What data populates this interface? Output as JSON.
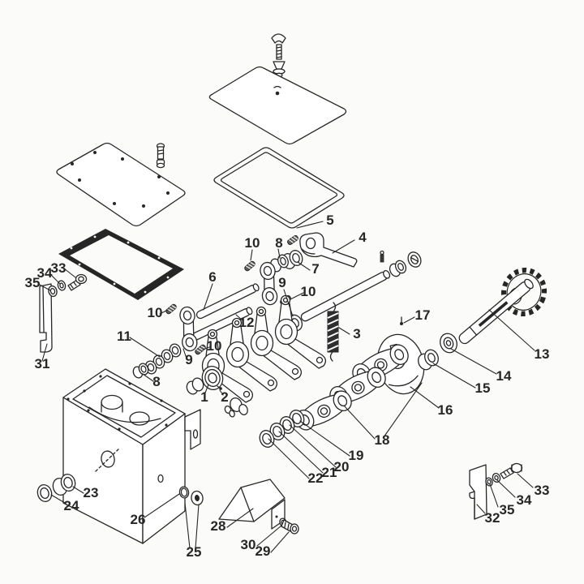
{
  "colors": {
    "bg": "#fbfbf9",
    "line": "#262626",
    "paper": "#ffffff"
  },
  "diagram_type": "exploded-parts-diagram",
  "callouts": [
    {
      "label": "1"
    },
    {
      "label": "2"
    },
    {
      "label": "3"
    },
    {
      "label": "4"
    },
    {
      "label": "5"
    },
    {
      "label": "6"
    },
    {
      "label": "7"
    },
    {
      "label": "8"
    },
    {
      "label": "8"
    },
    {
      "label": "9"
    },
    {
      "label": "9"
    },
    {
      "label": "10"
    },
    {
      "label": "10"
    },
    {
      "label": "10"
    },
    {
      "label": "10"
    },
    {
      "label": "11"
    },
    {
      "label": "12"
    },
    {
      "label": "13"
    },
    {
      "label": "14"
    },
    {
      "label": "15"
    },
    {
      "label": "16"
    },
    {
      "label": "17"
    },
    {
      "label": "18"
    },
    {
      "label": "19"
    },
    {
      "label": "20"
    },
    {
      "label": "21"
    },
    {
      "label": "22"
    },
    {
      "label": "23"
    },
    {
      "label": "24"
    },
    {
      "label": "25"
    },
    {
      "label": "26"
    },
    {
      "label": "28"
    },
    {
      "label": "29"
    },
    {
      "label": "30"
    },
    {
      "label": "31"
    },
    {
      "label": "32"
    },
    {
      "label": "33"
    },
    {
      "label": "33"
    },
    {
      "label": "34"
    },
    {
      "label": "34"
    },
    {
      "label": "35"
    },
    {
      "label": "35"
    }
  ]
}
